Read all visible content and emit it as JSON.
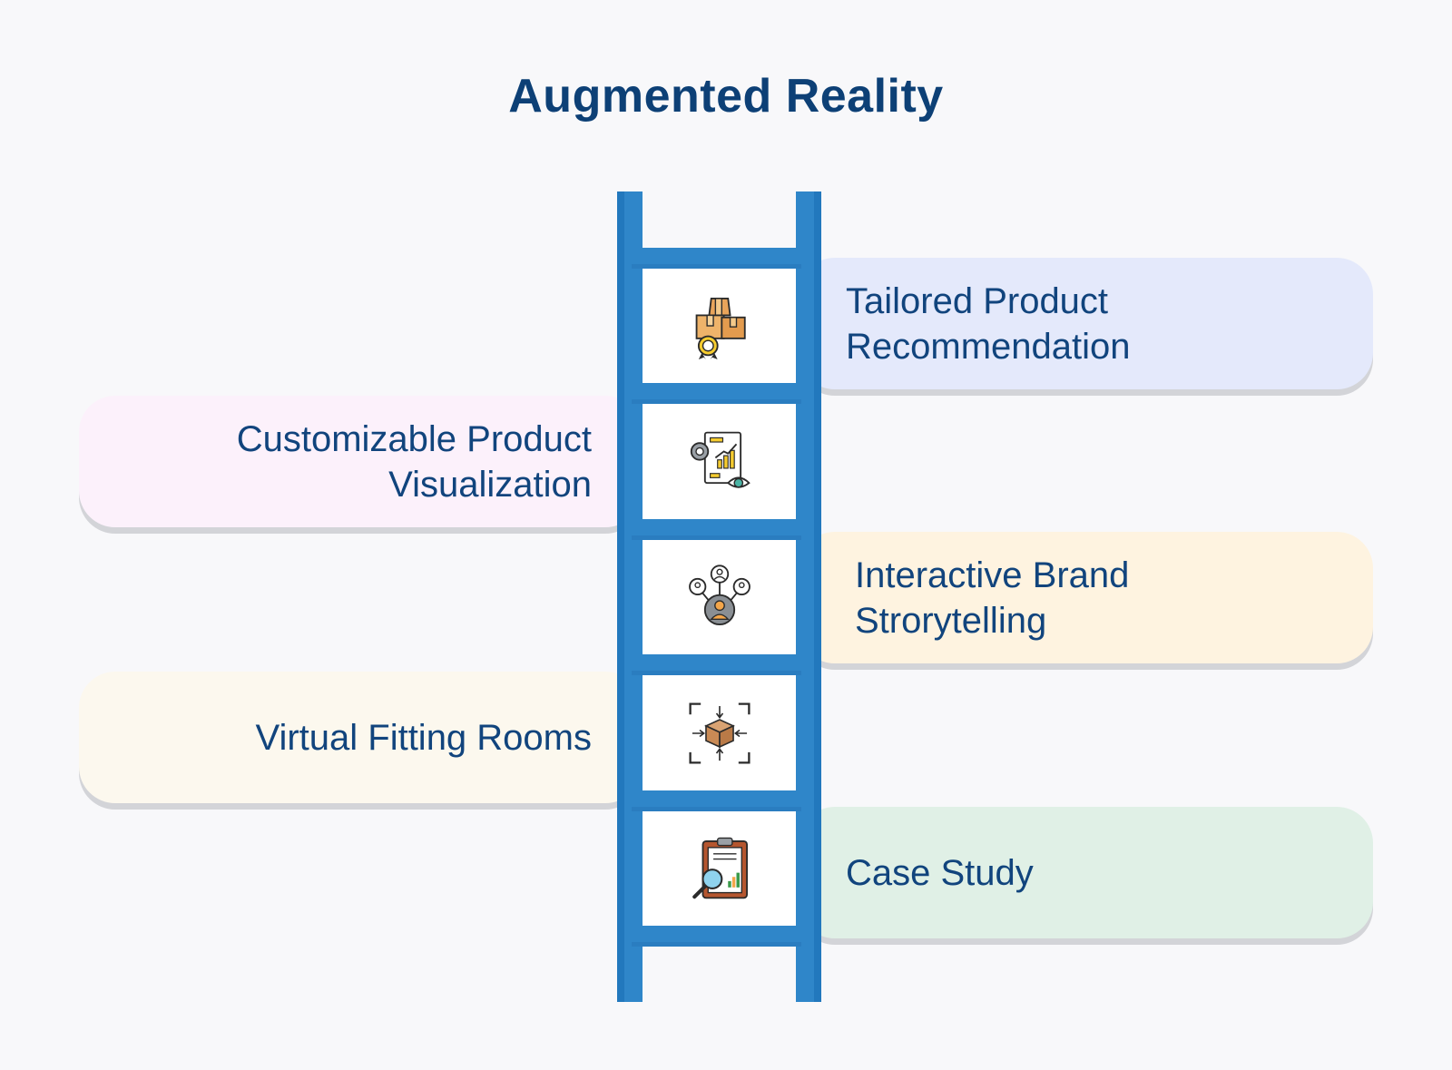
{
  "title": "Augmented Reality",
  "steps": [
    {
      "label_lines": [
        "Tailored Product",
        "Recommendation"
      ],
      "side": "right",
      "bg": "#e4e9fb",
      "icon": "product-boxes-badge-icon"
    },
    {
      "label_lines": [
        "Customizable Product",
        "Visualization"
      ],
      "side": "left",
      "bg": "#fcf1fb",
      "icon": "analytics-report-icon"
    },
    {
      "label_lines": [
        "Interactive Brand",
        "Strorytelling"
      ],
      "side": "right",
      "bg": "#fef3e0",
      "icon": "user-network-icon"
    },
    {
      "label_lines": [
        "Virtual Fitting Rooms"
      ],
      "side": "left",
      "bg": "#fcf8ee",
      "icon": "box-scan-icon"
    },
    {
      "label_lines": [
        "Case Study"
      ],
      "side": "right",
      "bg": "#e0f0e6",
      "icon": "clipboard-magnifier-icon"
    }
  ],
  "colors": {
    "title": "#0d4076",
    "text": "#11447d",
    "ladder": "#2f86c9"
  }
}
